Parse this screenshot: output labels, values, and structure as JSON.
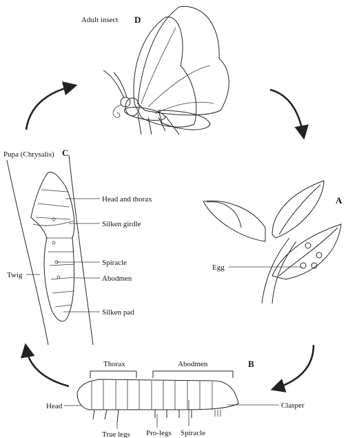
{
  "stages": {
    "a": "A",
    "b": "B",
    "c": "C",
    "d": "D"
  },
  "labels": {
    "adult_insect": "Adult insect",
    "pupa": "Pupa (Chrysalis)",
    "head_and_thorax": "Head and thorax",
    "silken_girdle": "Silken girdle",
    "spiracle_pupa": "Spiracle",
    "abdomen_pupa": "Abodmen",
    "silken_pad": "Silken pad",
    "twig": "Twig",
    "egg": "Egg",
    "thorax": "Thorax",
    "abdomen_larva": "Abodmen",
    "head": "Head",
    "clasper": "Clasper",
    "true_legs": "True legs",
    "pro_legs": "Pro-legs",
    "spiracle_larva": "Spiracle"
  }
}
